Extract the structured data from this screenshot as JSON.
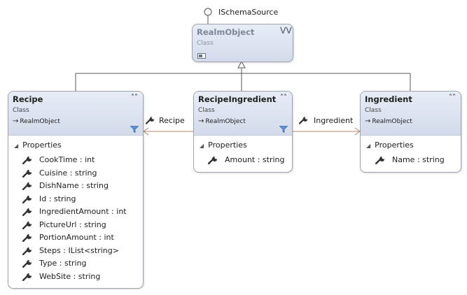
{
  "interface": {
    "name": "ISchemaSource"
  },
  "base_class": {
    "name": "RealmObject",
    "kind": "Class"
  },
  "classes": {
    "recipe": {
      "name": "Recipe",
      "kind": "Class",
      "inherits": "RealmObject",
      "section": "Properties",
      "properties": [
        "CookTime : int",
        "Cuisine : string",
        "DishName : string",
        "Id : string",
        "IngredientAmount : int",
        "PictureUrl : string",
        "PortionAmount : int",
        "Steps : IList<string>",
        "Type : string",
        "WebSite : string"
      ]
    },
    "recipe_ingredient": {
      "name": "RecipeIngredient",
      "kind": "Class",
      "inherits": "RealmObject",
      "section": "Properties",
      "properties": [
        "Amount : string"
      ]
    },
    "ingredient": {
      "name": "Ingredient",
      "kind": "Class",
      "inherits": "RealmObject",
      "section": "Properties",
      "properties": [
        "Name : string"
      ]
    }
  },
  "associations": {
    "to_recipe": {
      "label": "Recipe"
    },
    "to_ingredient": {
      "label": "Ingredient"
    }
  },
  "colors": {
    "inheritance_line": "#555555",
    "association_line": "#b8846e",
    "header_gradient_top": "#e7ecf6",
    "header_gradient_bottom": "#d3dbeb",
    "border": "#9da3ad"
  },
  "icons": {
    "lollipop": "interface-lollipop-icon",
    "collapse": "double-chevron-icon",
    "filter": "filter-funnel-icon",
    "property": "wrench-icon",
    "section_toggle": "triangle-icon"
  }
}
